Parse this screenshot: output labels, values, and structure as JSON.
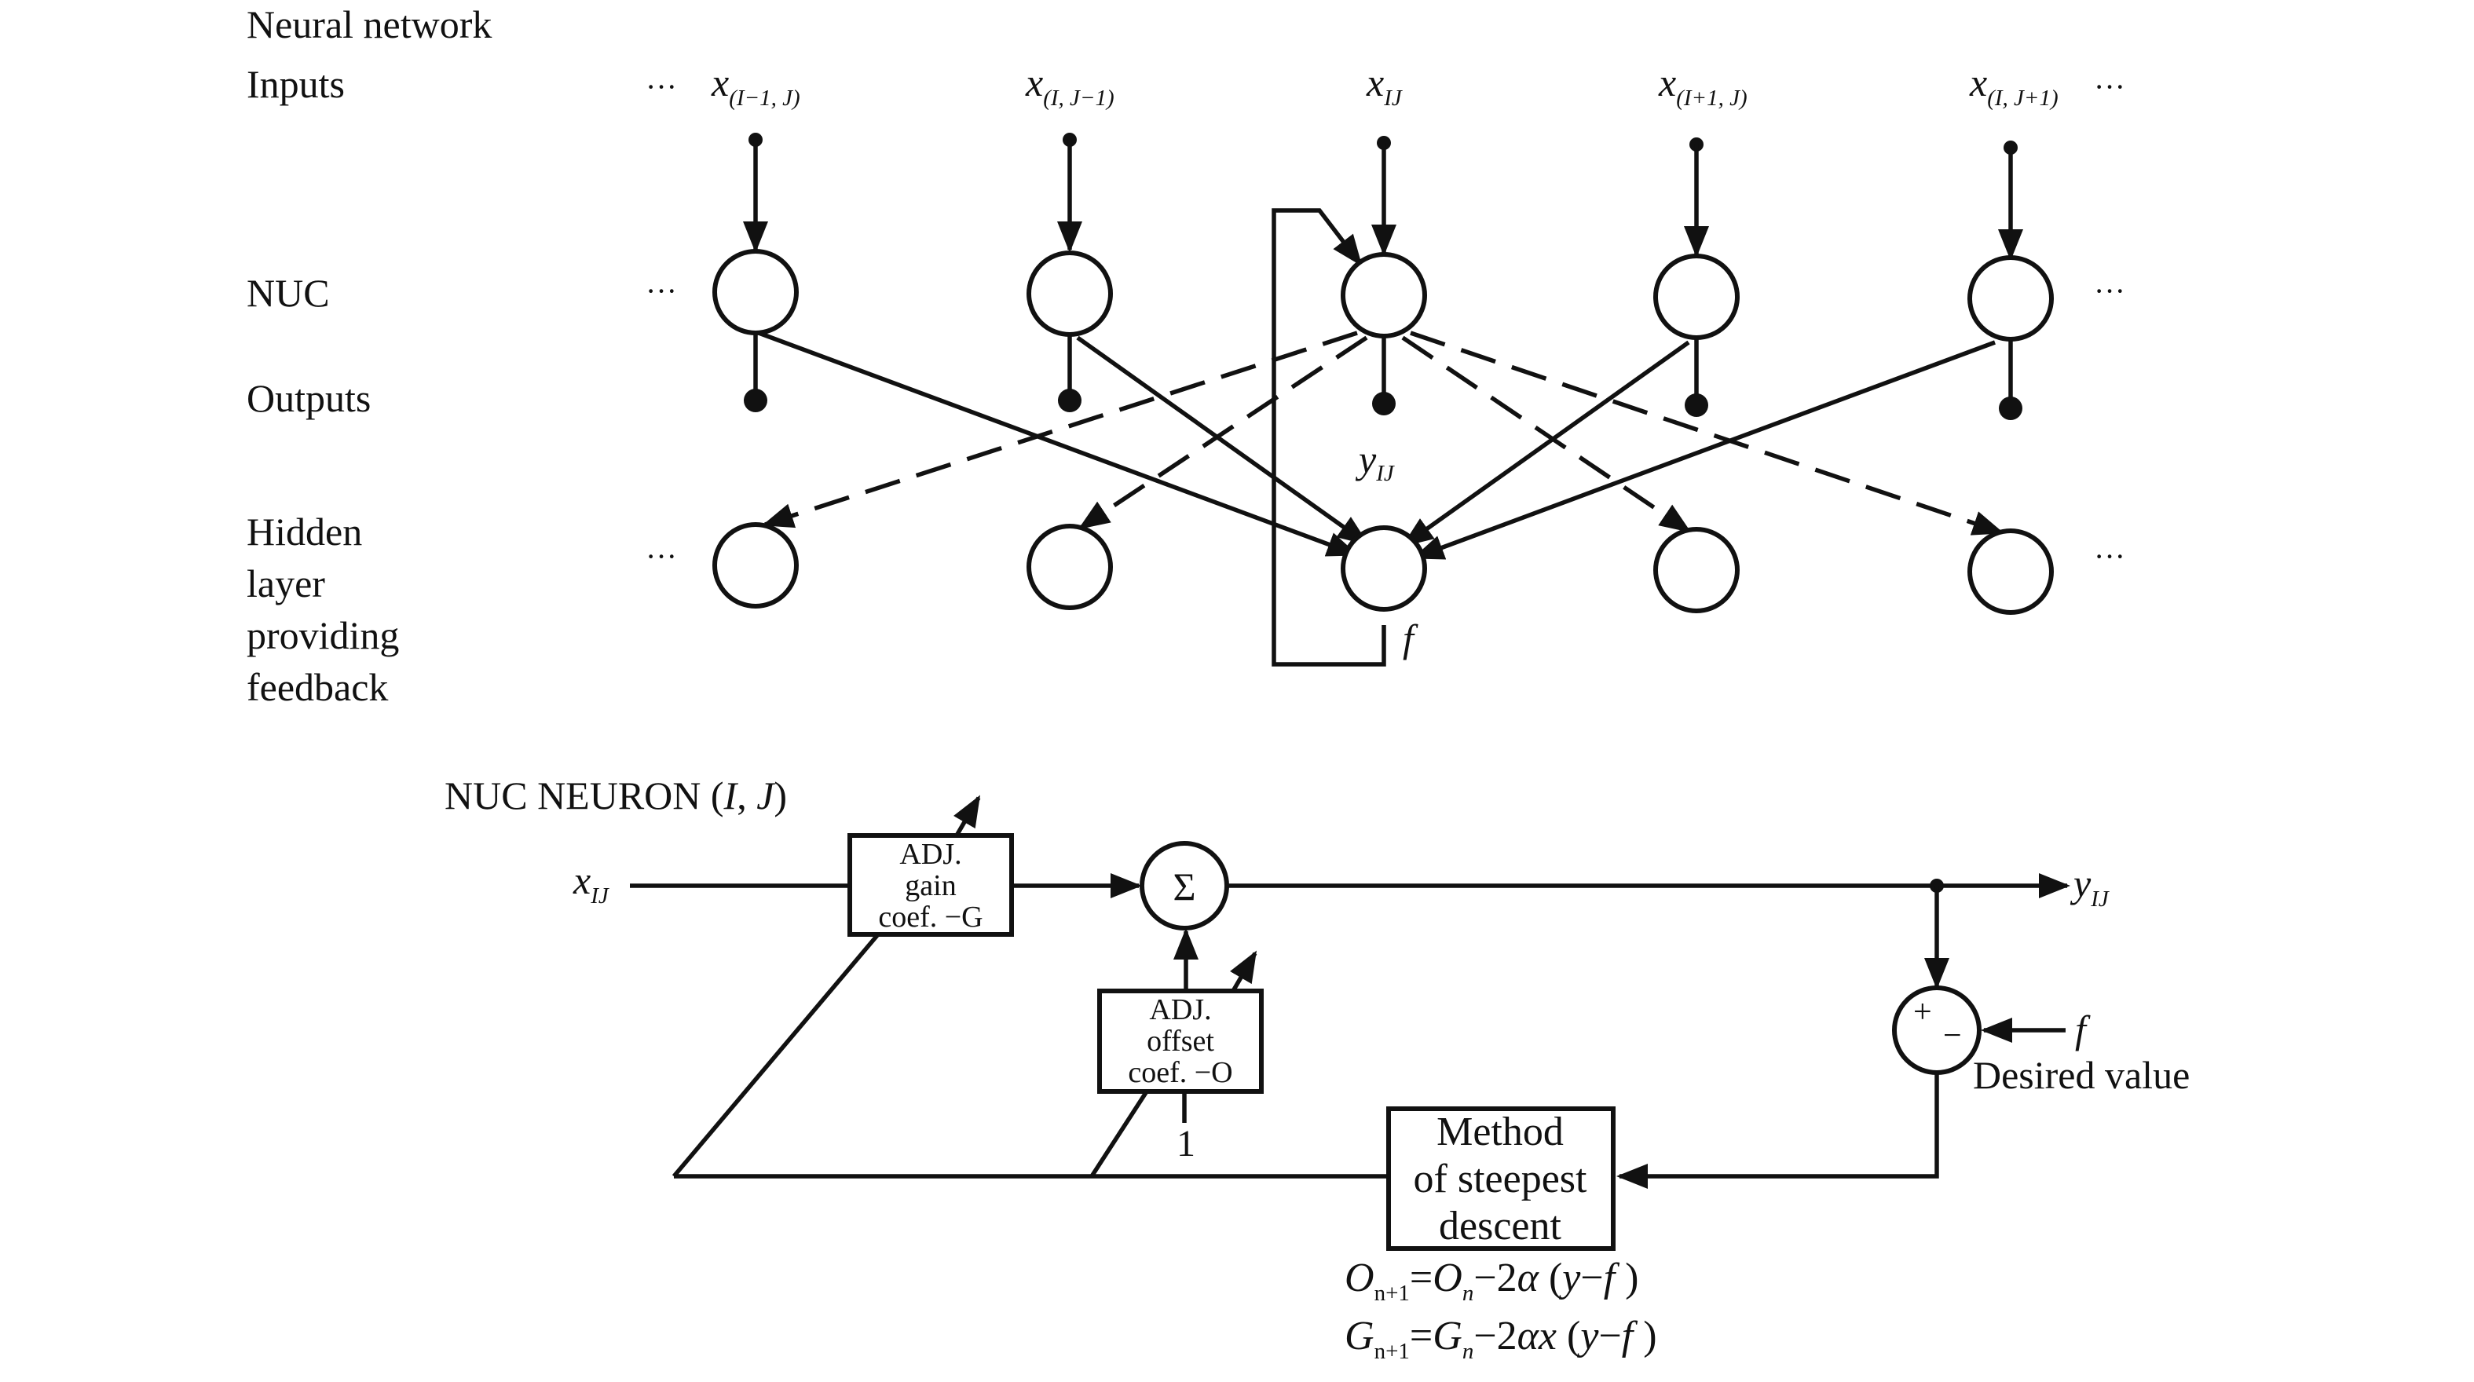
{
  "labels": {
    "title": "Neural network",
    "inputs": "Inputs",
    "nuc": "NUC",
    "outputs": "Outputs",
    "hidden_1": "Hidden",
    "hidden_2": "layer",
    "hidden_3": "providing",
    "hidden_4": "feedback",
    "ellipsis": "···",
    "f": "f",
    "y": "y",
    "ij_sub": "IJ"
  },
  "inputs": [
    {
      "base": "x",
      "sub": "(I−1, J)"
    },
    {
      "base": "x",
      "sub": "(I, J−1)"
    },
    {
      "base": "x",
      "sub": "IJ"
    },
    {
      "base": "x",
      "sub": "(I+1, J)"
    },
    {
      "base": "x",
      "sub": "(I, J+1)"
    }
  ],
  "neuron": {
    "title_pre": "NUC NEURON (",
    "title_i": "I",
    "title_sep": ", ",
    "title_j": "J",
    "title_post": ")",
    "input_base": "x",
    "input_sub": "IJ",
    "output_base": "y",
    "output_sub": "IJ",
    "gain_box": [
      "ADJ.",
      "gain",
      "coef. −G"
    ],
    "offset_box": [
      "ADJ.",
      "offset",
      "coef. −O"
    ],
    "sum_symbol": "Σ",
    "bias_input": "1",
    "plus": "+",
    "minus": "−",
    "f_label": "f",
    "desired": "Desired value",
    "steepest_box": [
      "Method",
      "of steepest",
      "descent"
    ],
    "eq1": {
      "a": "O",
      "a_sub": "n+1",
      "b": "=",
      "c": "O",
      "c_sub": "n",
      "d": "−2",
      "e": "α",
      "f": " (",
      "g": "y",
      "h": "−",
      "i": "f",
      "j": " )"
    },
    "eq2": {
      "a": "G",
      "a_sub": "n+1",
      "b": "=",
      "c": "G",
      "c_sub": "n",
      "d": "−2",
      "e": "αx",
      "f": " (",
      "g": "y",
      "h": "−",
      "i": "f",
      "j": " )"
    }
  }
}
